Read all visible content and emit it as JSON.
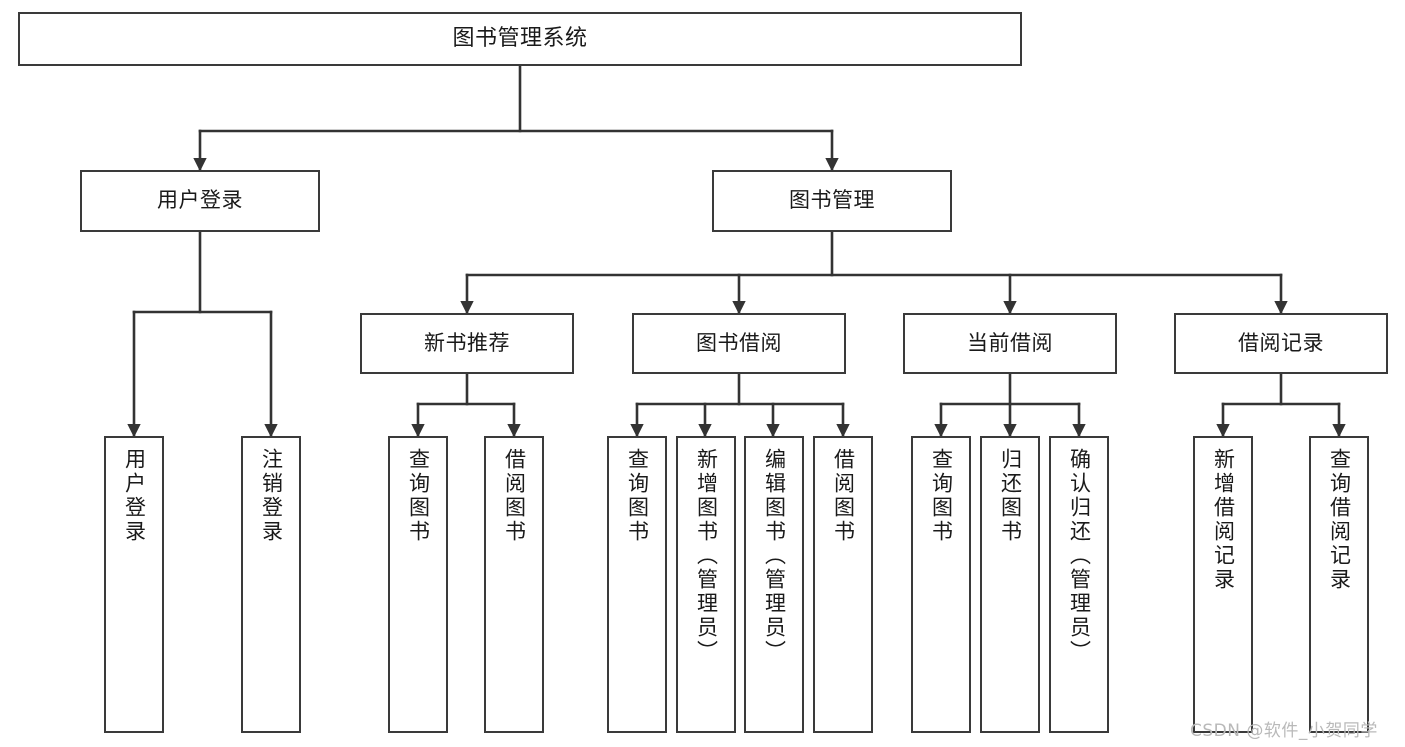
{
  "diagram": {
    "title": "图书管理系统",
    "type": "hierarchy-tree",
    "watermark": "CSDN @软件_小贺同学",
    "colors": {
      "box_border": "#3a3a3a",
      "box_fill": "#ffffff",
      "connector": "#333333",
      "text": "#1a1a1a",
      "watermark": "#b9b9b9",
      "background": "#ffffff"
    },
    "levels": {
      "root": {
        "label": "图书管理系统"
      },
      "level2": [
        {
          "id": "user-login",
          "label": "用户登录"
        },
        {
          "id": "book-management",
          "label": "图书管理"
        }
      ],
      "level3": [
        {
          "id": "new-book-recommend",
          "label": "新书推荐",
          "parent": "book-management"
        },
        {
          "id": "book-borrow",
          "label": "图书借阅",
          "parent": "book-management"
        },
        {
          "id": "current-borrow",
          "label": "当前借阅",
          "parent": "book-management"
        },
        {
          "id": "borrow-record",
          "label": "借阅记录",
          "parent": "book-management"
        }
      ],
      "leaves": [
        {
          "id": "leaf-user-login",
          "label": "用户登录",
          "parent": "user-login"
        },
        {
          "id": "leaf-logout-login",
          "label": "注销登录",
          "parent": "user-login"
        },
        {
          "id": "leaf-query-book-1",
          "label": "查询图书",
          "parent": "new-book-recommend"
        },
        {
          "id": "leaf-borrow-book-1",
          "label": "借阅图书",
          "parent": "new-book-recommend"
        },
        {
          "id": "leaf-query-book-2",
          "label": "查询图书",
          "parent": "book-borrow"
        },
        {
          "id": "leaf-add-book",
          "label": "新增图书（管理员）",
          "parent": "book-borrow"
        },
        {
          "id": "leaf-edit-book",
          "label": "编辑图书（管理员）",
          "parent": "book-borrow"
        },
        {
          "id": "leaf-borrow-book-2",
          "label": "借阅图书",
          "parent": "book-borrow"
        },
        {
          "id": "leaf-query-book-3",
          "label": "查询图书",
          "parent": "current-borrow"
        },
        {
          "id": "leaf-return-book",
          "label": "归还图书",
          "parent": "current-borrow"
        },
        {
          "id": "leaf-confirm-return",
          "label": "确认归还（管理员）",
          "parent": "current-borrow"
        },
        {
          "id": "leaf-add-record",
          "label": "新增借阅记录",
          "parent": "borrow-record"
        },
        {
          "id": "leaf-query-record",
          "label": "查询借阅记录",
          "parent": "borrow-record"
        }
      ]
    }
  }
}
